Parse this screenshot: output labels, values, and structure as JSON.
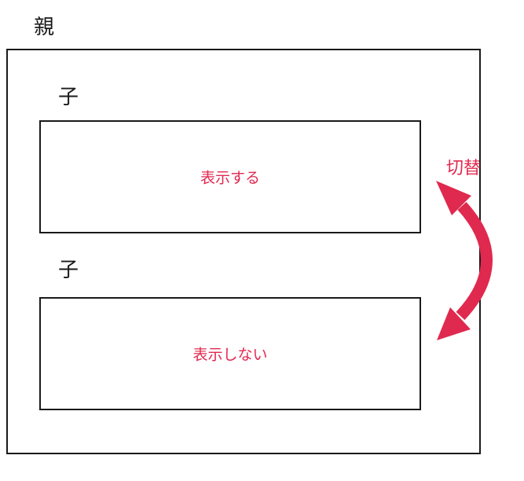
{
  "parent": {
    "label": "親"
  },
  "children": [
    {
      "label": "子",
      "text": "表示する"
    },
    {
      "label": "子",
      "text": "表示しない"
    }
  ],
  "toggle": {
    "label": "切替"
  },
  "colors": {
    "accent": "#e0294f",
    "line": "#1a1a1a",
    "background": "#ffffff"
  }
}
